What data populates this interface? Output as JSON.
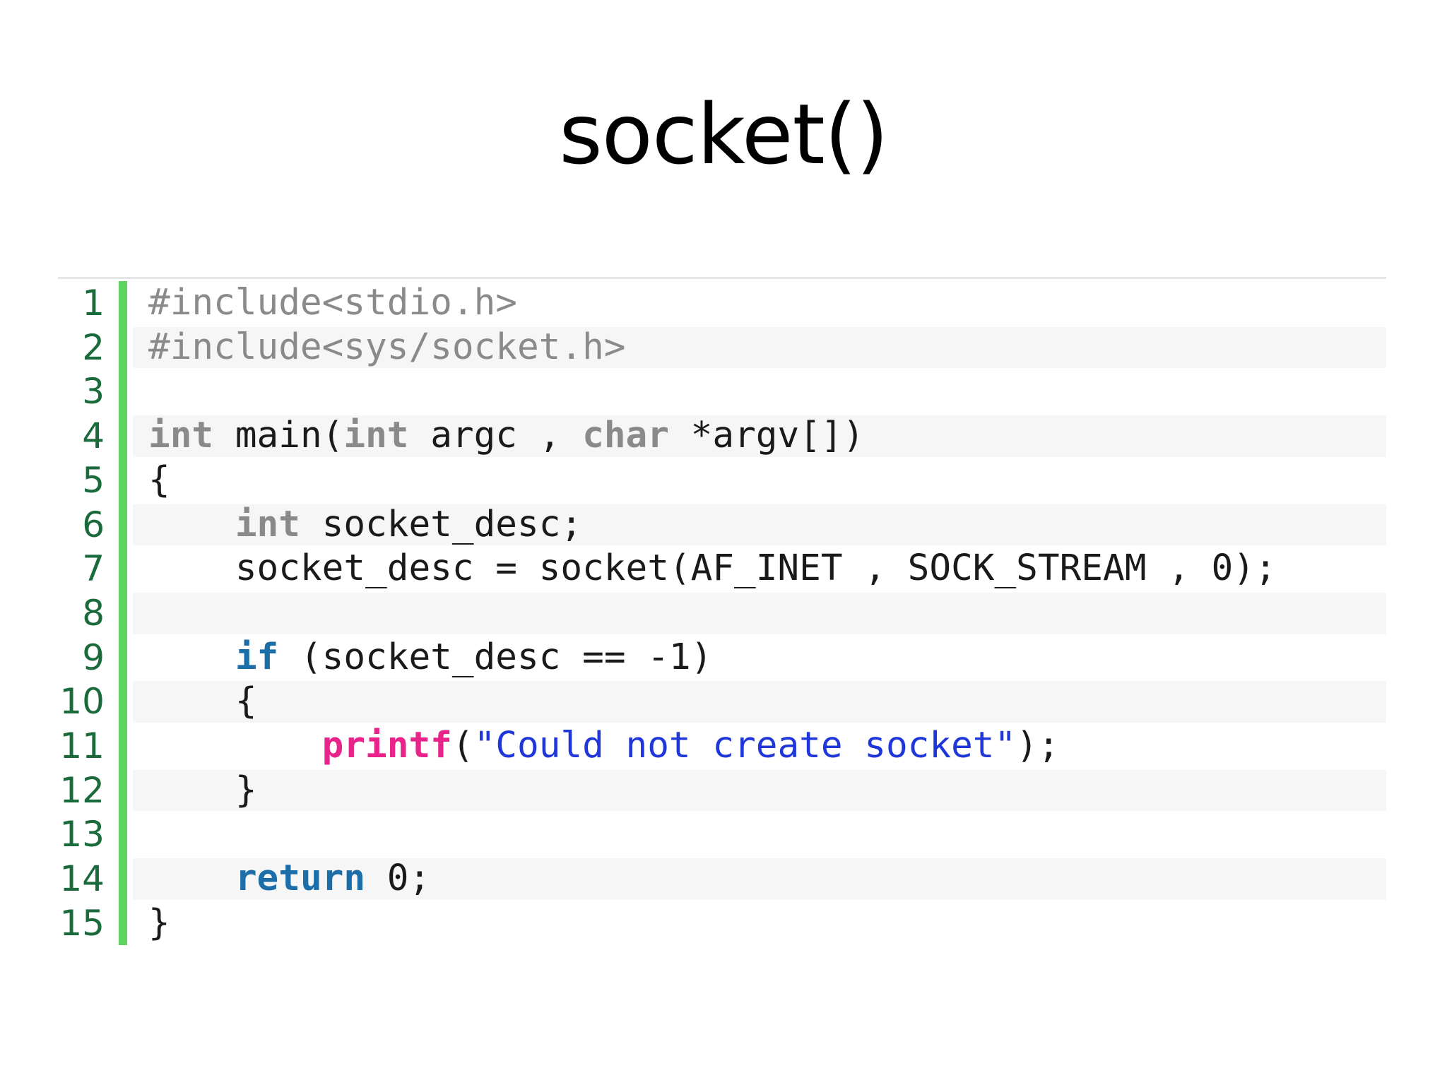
{
  "slide": {
    "title": "socket()"
  },
  "colors": {
    "gutter_bar": "#5fd35f",
    "line_number": "#1b6a3c",
    "preprocessor": "#8a8a8a",
    "keyword": "#1c6ea8",
    "function": "#e8238a",
    "string": "#1f37d8"
  },
  "code": {
    "lines": [
      {
        "number": "1",
        "tokens": [
          {
            "t": "pre",
            "text": "#include<stdio.h>"
          }
        ]
      },
      {
        "number": "2",
        "tokens": [
          {
            "t": "pre",
            "text": "#include<sys/socket.h>"
          }
        ]
      },
      {
        "number": "3",
        "tokens": []
      },
      {
        "number": "4",
        "tokens": [
          {
            "t": "type",
            "text": "int"
          },
          {
            "t": "plain",
            "text": " main("
          },
          {
            "t": "type",
            "text": "int"
          },
          {
            "t": "plain",
            "text": " argc , "
          },
          {
            "t": "type",
            "text": "char"
          },
          {
            "t": "plain",
            "text": " *argv[])"
          }
        ]
      },
      {
        "number": "5",
        "tokens": [
          {
            "t": "plain",
            "text": "{"
          }
        ]
      },
      {
        "number": "6",
        "tokens": [
          {
            "t": "plain",
            "text": "    "
          },
          {
            "t": "type",
            "text": "int"
          },
          {
            "t": "plain",
            "text": " socket_desc;"
          }
        ]
      },
      {
        "number": "7",
        "tokens": [
          {
            "t": "plain",
            "text": "    socket_desc = socket(AF_INET , SOCK_STREAM , 0);"
          }
        ]
      },
      {
        "number": "8",
        "tokens": []
      },
      {
        "number": "9",
        "tokens": [
          {
            "t": "plain",
            "text": "    "
          },
          {
            "t": "kw",
            "text": "if"
          },
          {
            "t": "plain",
            "text": " (socket_desc == -1)"
          }
        ]
      },
      {
        "number": "10",
        "tokens": [
          {
            "t": "plain",
            "text": "    {"
          }
        ]
      },
      {
        "number": "11",
        "tokens": [
          {
            "t": "plain",
            "text": "        "
          },
          {
            "t": "fn",
            "text": "printf"
          },
          {
            "t": "plain",
            "text": "("
          },
          {
            "t": "str",
            "text": "\"Could not create socket\""
          },
          {
            "t": "plain",
            "text": ");"
          }
        ]
      },
      {
        "number": "12",
        "tokens": [
          {
            "t": "plain",
            "text": "    }"
          }
        ]
      },
      {
        "number": "13",
        "tokens": []
      },
      {
        "number": "14",
        "tokens": [
          {
            "t": "plain",
            "text": "    "
          },
          {
            "t": "kw",
            "text": "return"
          },
          {
            "t": "plain",
            "text": " 0;"
          }
        ]
      },
      {
        "number": "15",
        "tokens": [
          {
            "t": "plain",
            "text": "}"
          }
        ]
      }
    ]
  }
}
